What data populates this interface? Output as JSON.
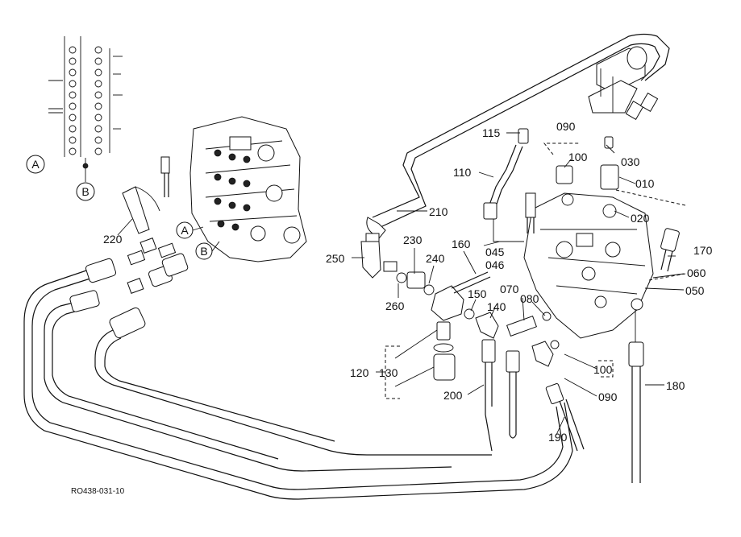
{
  "drawing_code": "RO438-031-10",
  "callouts": {
    "c010": "010",
    "c020": "020",
    "c030": "030",
    "c045": "045",
    "c046": "046",
    "c050": "050",
    "c060": "060",
    "c070": "070",
    "c080": "080",
    "c090a": "090",
    "c090b": "090",
    "c100a": "100",
    "c100b": "100",
    "c110": "110",
    "c115": "115",
    "c120": "120",
    "c130": "130",
    "c140": "140",
    "c150": "150",
    "c160": "160",
    "c170": "170",
    "c180": "180",
    "c190": "190",
    "c200": "200",
    "c210": "210",
    "c220": "220",
    "c230": "230",
    "c240": "240",
    "c250": "250",
    "c260": "260"
  },
  "markers": {
    "a_main": "A",
    "b_main": "B",
    "a_detail": "A",
    "b_detail": "B"
  }
}
